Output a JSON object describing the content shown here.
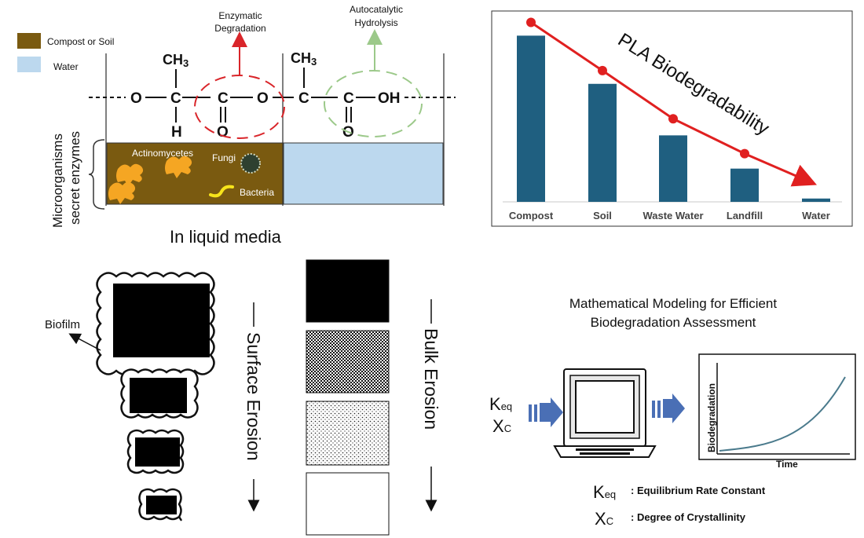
{
  "legend": {
    "items": [
      {
        "label": "Compost or Soil",
        "color": "#7a5a10"
      },
      {
        "label": "Water",
        "color": "#bcd8ee"
      }
    ]
  },
  "chemistry": {
    "ch3_label": "CH3",
    "o_label": "O",
    "c_label": "C",
    "h_label": "H",
    "oh_label": "OH",
    "enzymatic": [
      "Enzymatic",
      "Degradation"
    ],
    "autocatalytic": [
      "Autocatalytic",
      "Hydrolysis"
    ],
    "red_color": "#d9252a",
    "green_color": "#9cc98a"
  },
  "environment": {
    "microorganisms": [
      "Microorganisms",
      "secret enzymes"
    ],
    "actinomycetes": "Actinomycetes",
    "fungi": "Fungi",
    "bacteria": "Bacteria",
    "soil_color": "#7a5a10",
    "water_color": "#bcd8ee",
    "organism_color": "#f5a623",
    "bacteria_color": "#f7e41b"
  },
  "liquid_media": "In liquid media",
  "erosion": {
    "biofilm": "Biofilm",
    "surface": "Surface Erosion",
    "bulk": "Bulk Erosion"
  },
  "chart_data": {
    "type": "bar",
    "title": "PLA Biodegradability",
    "categories": [
      "Compost",
      "Soil",
      "Waste Water",
      "Landfill",
      "Water"
    ],
    "values": [
      100,
      71,
      40,
      20,
      2
    ],
    "trend": [
      108,
      79,
      50,
      29,
      11
    ],
    "ylim": [
      0,
      112
    ],
    "bar_color": "#1f5f80",
    "line_color": "#e02020"
  },
  "modeling": {
    "title": [
      "Mathematical Modeling for Efficient",
      "Biodegradation Assessment"
    ],
    "k_label": "K",
    "k_sub": "eq",
    "x_label": "X",
    "x_sub": "C",
    "y_axis": "Biodegradation",
    "x_axis": "Time",
    "k_def": ": Equilibrium Rate Constant",
    "x_def": ": Degree of Crystallinity",
    "arrow_color": "#4a6fb5",
    "curve_color": "#4a7a8c"
  }
}
